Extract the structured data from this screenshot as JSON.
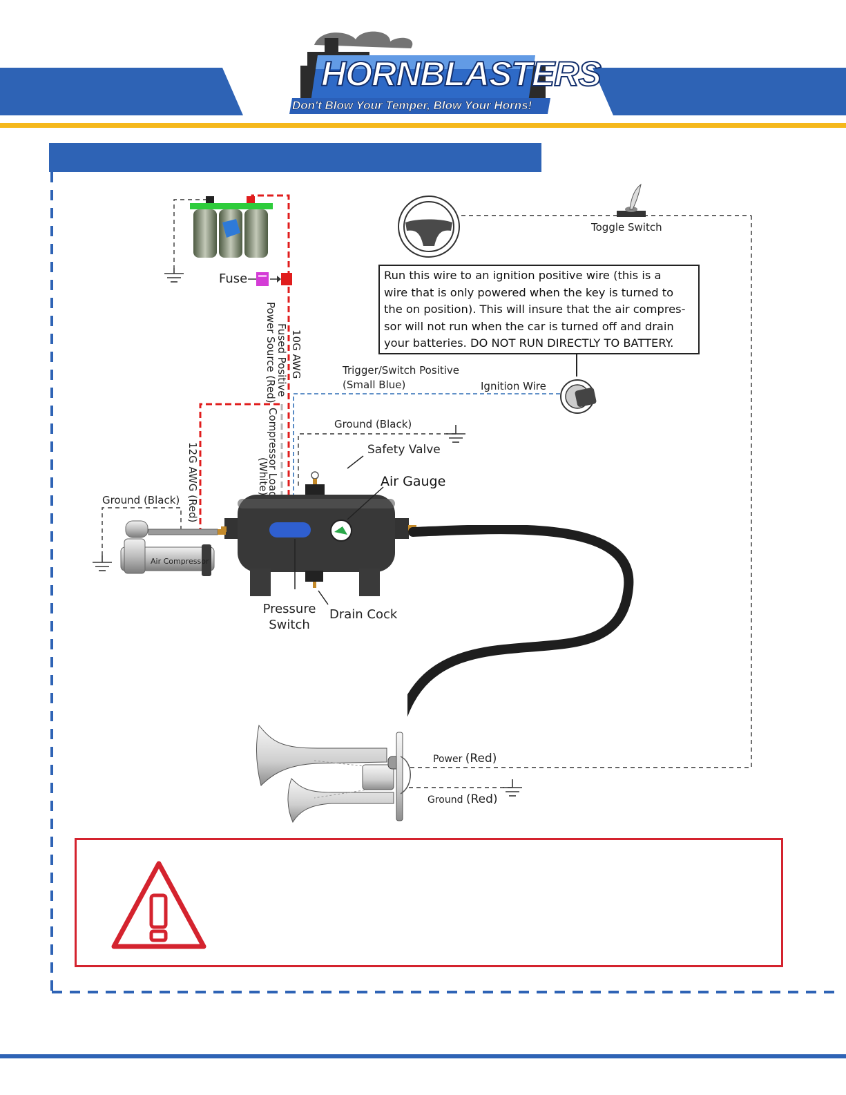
{
  "colors": {
    "brand_blue": "#2e63b5",
    "accent_yellow": "#f5b81c",
    "warning_red": "#d4232e",
    "wire_red": "#e01d1d",
    "wire_blue": "#2e6db5"
  },
  "brand": {
    "name": "HORNBLASTERS",
    "tagline": "Don't Blow Your Temper, Blow Your Horns!"
  },
  "section_title": "",
  "diagram": {
    "labels": {
      "toggle_switch": "Toggle Switch",
      "fuse": "Fuse",
      "wire_10g": "10G AWG",
      "fused_positive": "Fused Positive",
      "power_source": "Power Source (Red)",
      "trigger_positive": "Trigger/Switch Positive",
      "small_blue": "(Small Blue)",
      "ignition_wire": "Ignition Wire",
      "ground_black_top": "Ground (Black)",
      "safety_valve": "Safety Valve",
      "air_gauge": "Air Gauge",
      "compressor_load": "Compressor Load",
      "white": "(White)",
      "wire_12g": "12G AWG (Red)",
      "ground_black_left": "Ground (Black)",
      "air_compressor": "Air Compressor",
      "pressure_switch_1": "Pressure",
      "pressure_switch_2": "Switch",
      "drain_cock": "Drain Cock",
      "power_red_prefix": "Power",
      "power_red_suffix": "(Red)",
      "ground_red_prefix": "Ground",
      "ground_red_suffix": "(Red)"
    },
    "note_lines": [
      "Run this wire to an ignition positive wire (this is a",
      "wire that is only powered when the key is turned to",
      "the on position). This will insure that the air compres-",
      "sor will not run when the car is turned off and drain",
      "your batteries. DO NOT RUN DIRECTLY TO BATTERY."
    ]
  },
  "icons": {
    "logo": "hornblasters-logo",
    "battery": "battery-icon",
    "fuse": "fuse-icon",
    "steering_wheel": "steering-wheel-icon",
    "toggle": "toggle-switch-icon",
    "ignition": "ignition-key-icon",
    "ground": "ground-symbol-icon",
    "tank": "air-tank-icon",
    "compressor": "air-compressor-icon",
    "horn": "train-horn-icon",
    "warning": "warning-triangle-icon"
  },
  "warning_text": ""
}
